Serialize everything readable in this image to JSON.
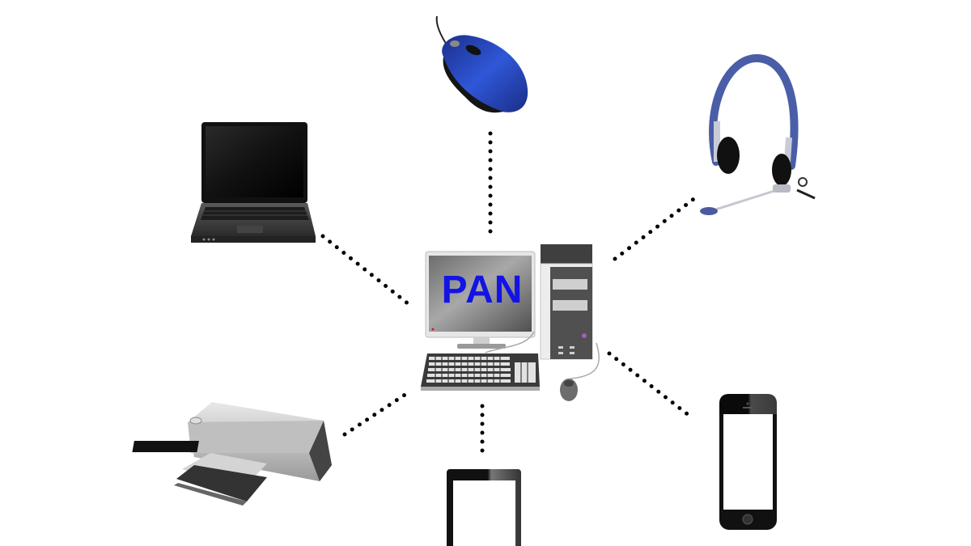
{
  "diagram": {
    "title": "PAN",
    "type": "personal-area-network",
    "label_color": "#1313e6",
    "hub": {
      "name": "desktop-computer",
      "label": "PAN"
    },
    "devices": [
      {
        "name": "mouse",
        "color": "#2f49b5"
      },
      {
        "name": "headset",
        "color": "#3f55a8"
      },
      {
        "name": "laptop"
      },
      {
        "name": "printer"
      },
      {
        "name": "tablet"
      },
      {
        "name": "smartphone"
      }
    ],
    "connections": [
      {
        "from": "desktop-computer",
        "to": "mouse",
        "style": "dotted"
      },
      {
        "from": "desktop-computer",
        "to": "headset",
        "style": "dotted"
      },
      {
        "from": "desktop-computer",
        "to": "laptop",
        "style": "dotted"
      },
      {
        "from": "desktop-computer",
        "to": "printer",
        "style": "dotted"
      },
      {
        "from": "desktop-computer",
        "to": "tablet",
        "style": "dotted"
      },
      {
        "from": "desktop-computer",
        "to": "smartphone",
        "style": "dotted"
      }
    ]
  }
}
